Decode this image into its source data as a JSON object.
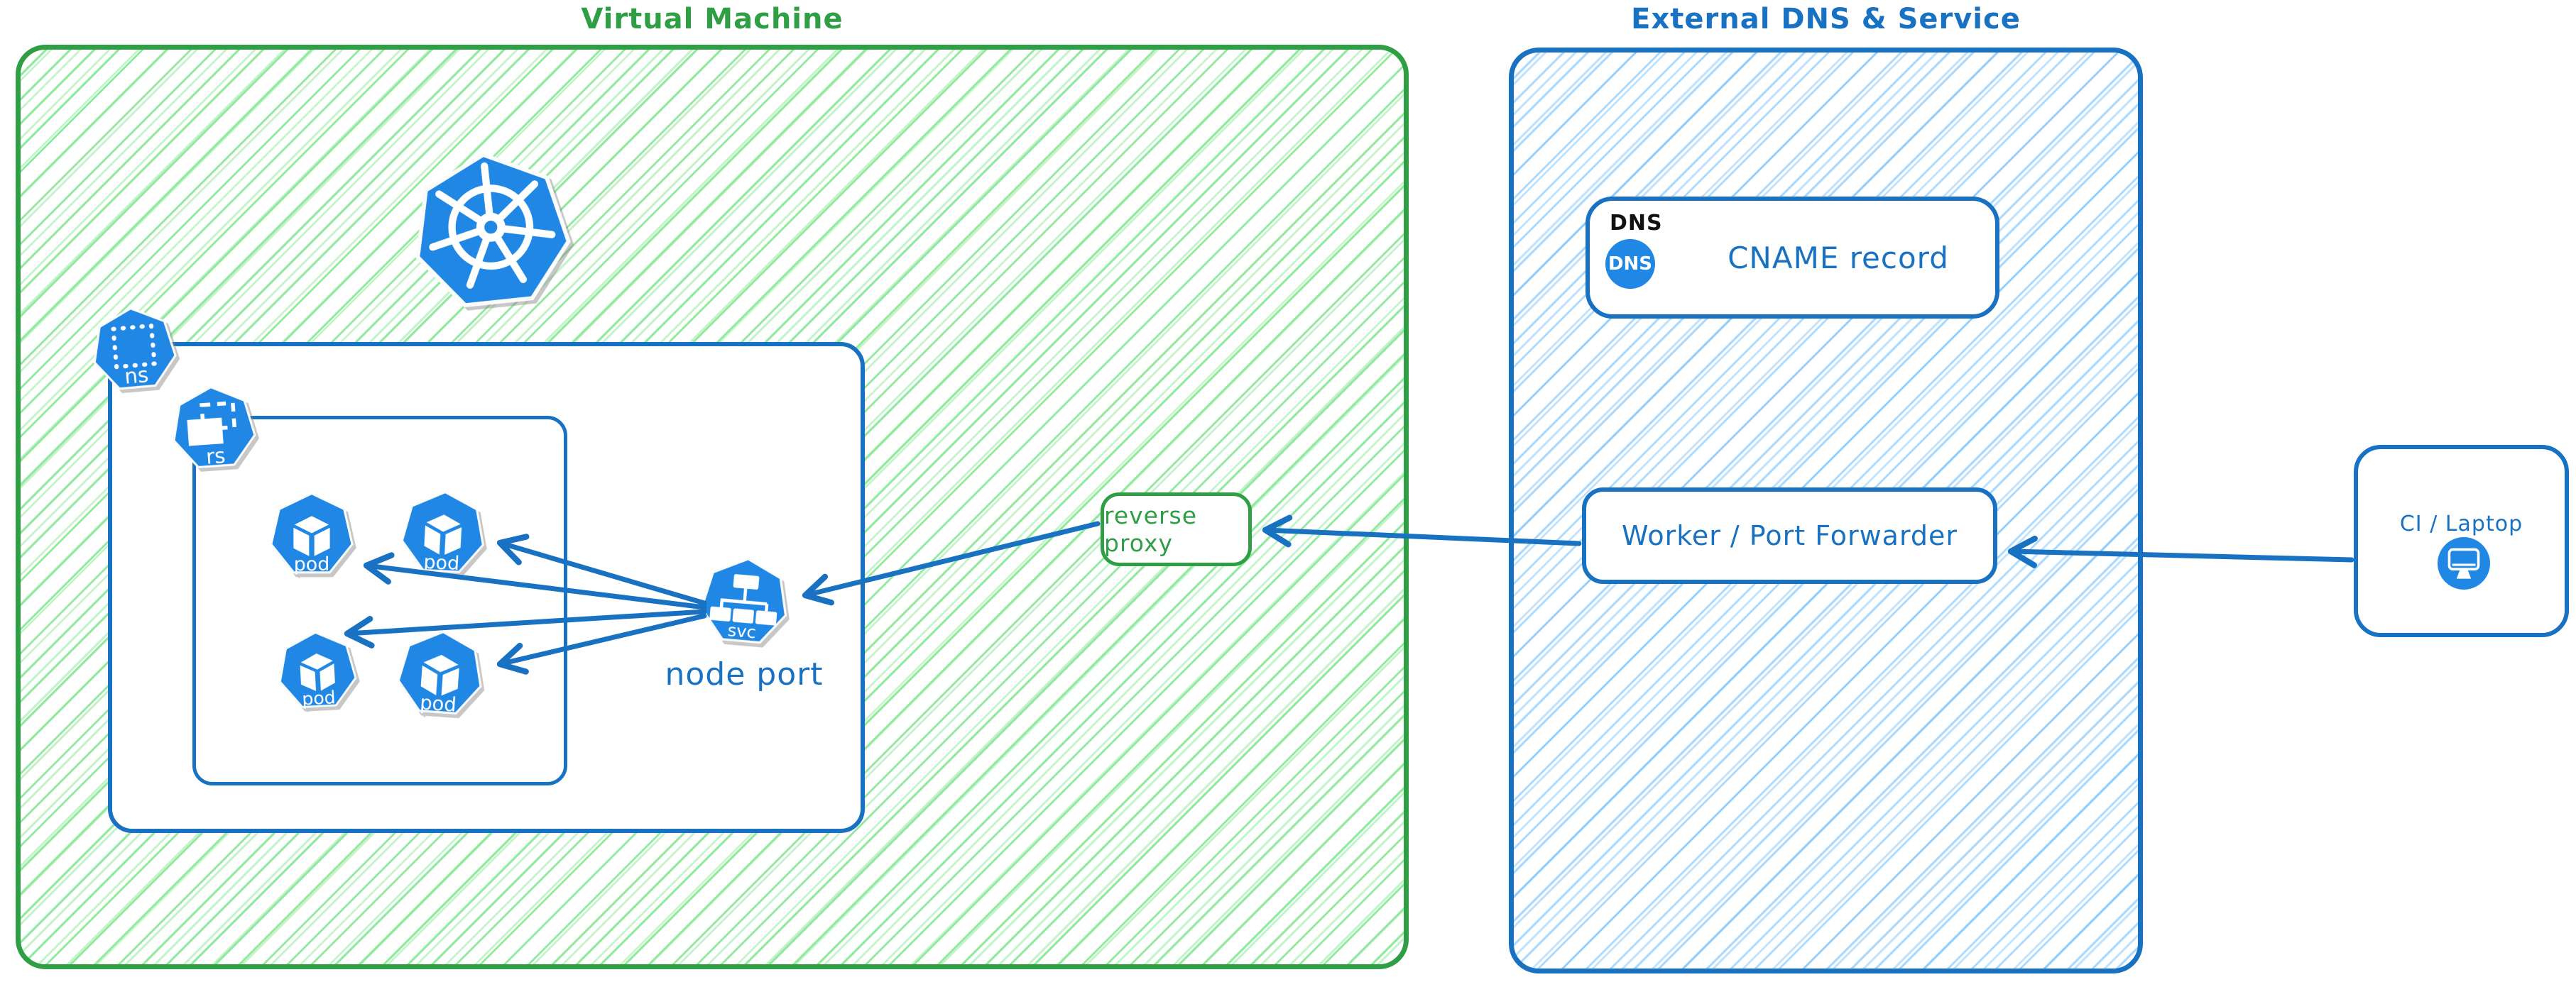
{
  "colors": {
    "green_stroke": "#2f9e44",
    "green_hatch": "#8ce99a",
    "blue_stroke": "#1971c2",
    "blue_hatch": "#a5d8ff",
    "icon_blue": "#2088e4",
    "label_black": "#111111",
    "white": "#ffffff"
  },
  "vm": {
    "title": "Virtual Machine",
    "namespace_badge": "ns",
    "replicaset_badge": "rs",
    "pods": [
      {
        "label": "pod"
      },
      {
        "label": "pod"
      },
      {
        "label": "pod"
      },
      {
        "label": "pod"
      }
    ],
    "service": {
      "badge": "svc",
      "caption": "node port"
    },
    "reverse_proxy_label": "reverse proxy"
  },
  "external": {
    "title": "External DNS & Service",
    "dns": {
      "tag": "DNS",
      "badge": "DNS",
      "label": "CNAME record"
    },
    "worker_label": "Worker / Port Forwarder"
  },
  "client": {
    "label": "CI / Laptop"
  },
  "connections": [
    {
      "from": "ci-laptop",
      "to": "worker-port-forwarder"
    },
    {
      "from": "worker-port-forwarder",
      "to": "reverse-proxy"
    },
    {
      "from": "reverse-proxy",
      "to": "service-node-port"
    },
    {
      "from": "service-node-port",
      "to": "pod-1"
    },
    {
      "from": "service-node-port",
      "to": "pod-2"
    },
    {
      "from": "service-node-port",
      "to": "pod-3"
    },
    {
      "from": "service-node-port",
      "to": "pod-4"
    }
  ]
}
